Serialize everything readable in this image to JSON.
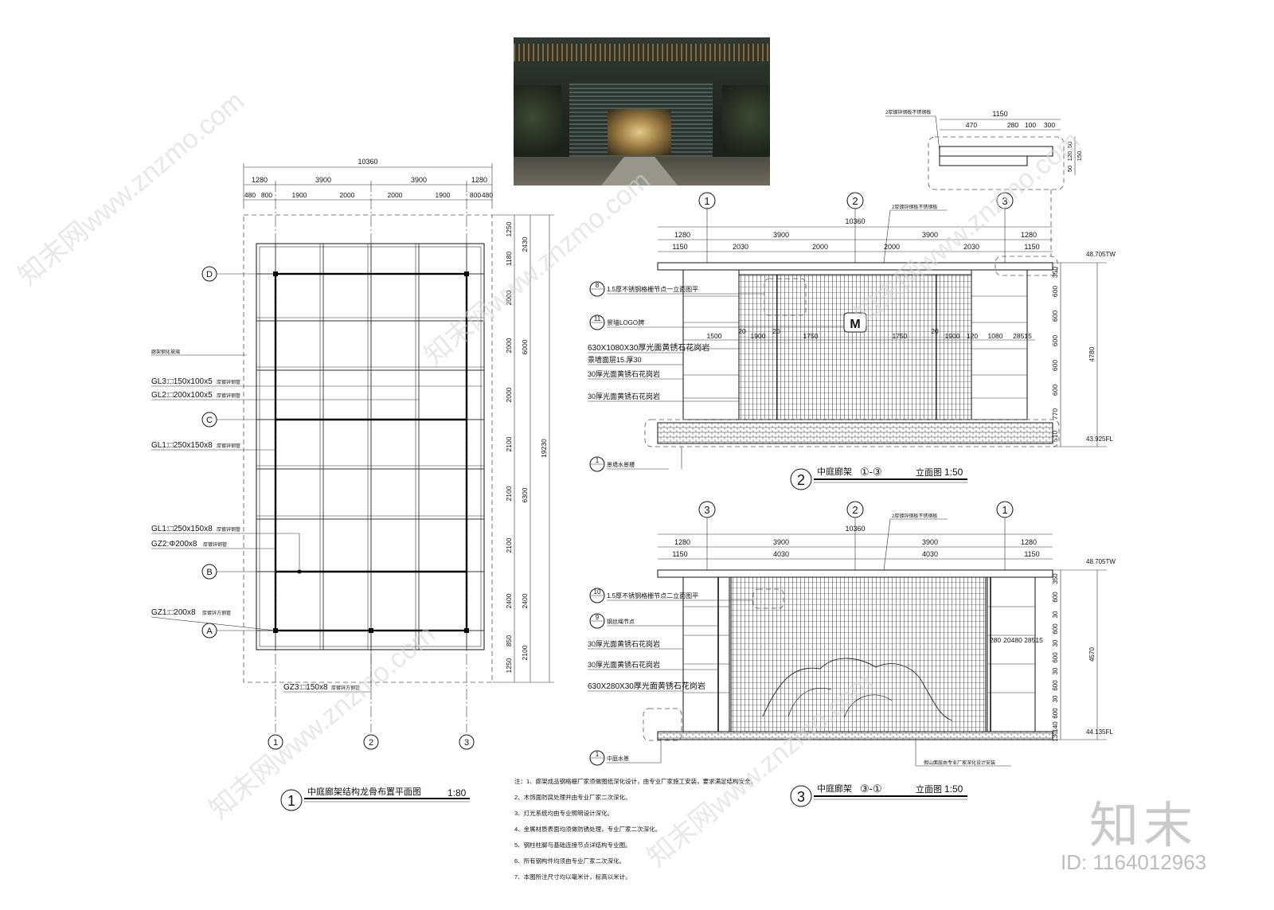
{
  "watermark": {
    "brand": "知末",
    "id": "ID: 1164012963",
    "site": "知末网www.znzmo.com"
  },
  "plan": {
    "title": "中庭廊架结构龙骨布置平面图",
    "number": "1",
    "scale": "1:80",
    "total_width": "10360",
    "top_dims_1": [
      "1280",
      "3900",
      "3900",
      "1280"
    ],
    "top_dims_2": [
      "480",
      "800",
      "1900",
      "2000",
      "2000",
      "1900",
      "800",
      "480"
    ],
    "right_dims_1": [
      "1250",
      "1180",
      "2000",
      "2000",
      "2000",
      "2100",
      "2100",
      "2100",
      "2400",
      "850",
      "1250"
    ],
    "right_dims_2": [
      "2430",
      "6000",
      "6300",
      "2400",
      "2100"
    ],
    "total_height": "19230",
    "axes_rows": [
      "D",
      "C",
      "B",
      "A"
    ],
    "axes_cols": [
      "1",
      "2",
      "3"
    ],
    "labels": [
      {
        "code": "GL3:□150x100x5",
        "note": "厚镀锌钢管"
      },
      {
        "code": "GL2:□200x100x5",
        "note": "厚镀锌钢管"
      },
      {
        "code": "GL1:□250x150x8",
        "note": "厚镀锌钢管"
      },
      {
        "code": "GL1:□250x150x8",
        "note": "厚镀锌钢管"
      },
      {
        "code": "GZ2:Φ200x8",
        "note": "厚镀锌钢管"
      },
      {
        "code": "GZ1:□200x8",
        "note": "厚镀锌方钢管"
      }
    ],
    "gz3": {
      "code": "GZ3:□150x8",
      "note": "厚镀锌方钢管"
    },
    "side_note": "廊架钢化玻璃"
  },
  "elev_a": {
    "title": "中庭廊架",
    "axis_ref": "①-③",
    "label": "立面图",
    "number": "2",
    "scale": "1:50",
    "total_width": "10360",
    "dims_1": [
      "1280",
      "3900",
      "3900",
      "1280"
    ],
    "dims_2": [
      "1150",
      "2030",
      "2000",
      "2000",
      "2030",
      "1150"
    ],
    "inner_dims": [
      "1500",
      "20",
      "1900",
      "20",
      "1750",
      "1750",
      "20",
      "1900",
      "120",
      "1080",
      "28515"
    ],
    "right_dims": [
      "350",
      "600",
      "600",
      "600",
      "600",
      "600",
      "770",
      "510"
    ],
    "total_height": "4780",
    "top_level": "48.705TW",
    "bottom_level": "43.925FL",
    "axes": [
      "1",
      "2",
      "3"
    ],
    "callouts": [
      "1.5厚不锈钢格栅节点一立面图平",
      "景墙LOGO牌",
      "630X1080X30厚光面黄锈石花岗岩",
      "景墙面层15.厚30",
      "30厚光面黄锈石花岗岩",
      "30厚光面黄锈石花岗岩"
    ],
    "bottom_callout": "景墙水景槽",
    "top_note": "2厚镀锌钢板不锈钢板",
    "logo": "M"
  },
  "elev_b": {
    "title": "中庭廊架",
    "axis_ref": "③-①",
    "label": "立面图",
    "number": "3",
    "scale": "1:50",
    "total_width": "10360",
    "dims_1": [
      "1280",
      "3900",
      "3900",
      "1280"
    ],
    "dims_2": [
      "1150",
      "4030",
      "4030",
      "1150"
    ],
    "right_dims": [
      "350",
      "600",
      "30",
      "600",
      "30",
      "600",
      "30",
      "600",
      "30",
      "600",
      "140",
      "130"
    ],
    "total_height": "4570",
    "top_level": "48.705TW",
    "bottom_level": "44.135FL",
    "axes": [
      "3",
      "2",
      "1"
    ],
    "inner_dims": [
      "280",
      "20480",
      "28515"
    ],
    "callouts": [
      "1.5厚不锈钢格栅节点二立面图平",
      "钢丝绳节点",
      "30厚光面黄锈石花岗岩",
      "30厚光面黄锈石花岗岩",
      "630X280X30厚光面黄锈石花岗岩"
    ],
    "bottom_callout": "中庭水景",
    "top_note": "2厚镀锌钢板不锈钢板",
    "bottom_note": "假山面层由专业厂家深化设计安装"
  },
  "detail": {
    "total": "1150",
    "dims": [
      "470",
      "280",
      "100",
      "300"
    ],
    "side_dims": [
      "50",
      "120",
      "150",
      "50"
    ],
    "note": "2厚镀锌钢板不锈钢板"
  },
  "notes": {
    "items": [
      "注：1、廊架成品钢格栅厂家须做图纸深化设计，由专业厂家施工安装，要求满足结构安全。",
      "2、木饰面防腐处理并由专业厂家二次深化。",
      "3、灯光系统均由专业照明设计深化。",
      "4、金属材质表面均须做防锈处理，专业厂家二次深化。",
      "5、钢柱柱脚与基础连接节点详结构专业图。",
      "6、所有钢构件均须由专业厂家二次深化。",
      "7、本图所注尺寸均以毫米计，标高以米计。"
    ]
  }
}
